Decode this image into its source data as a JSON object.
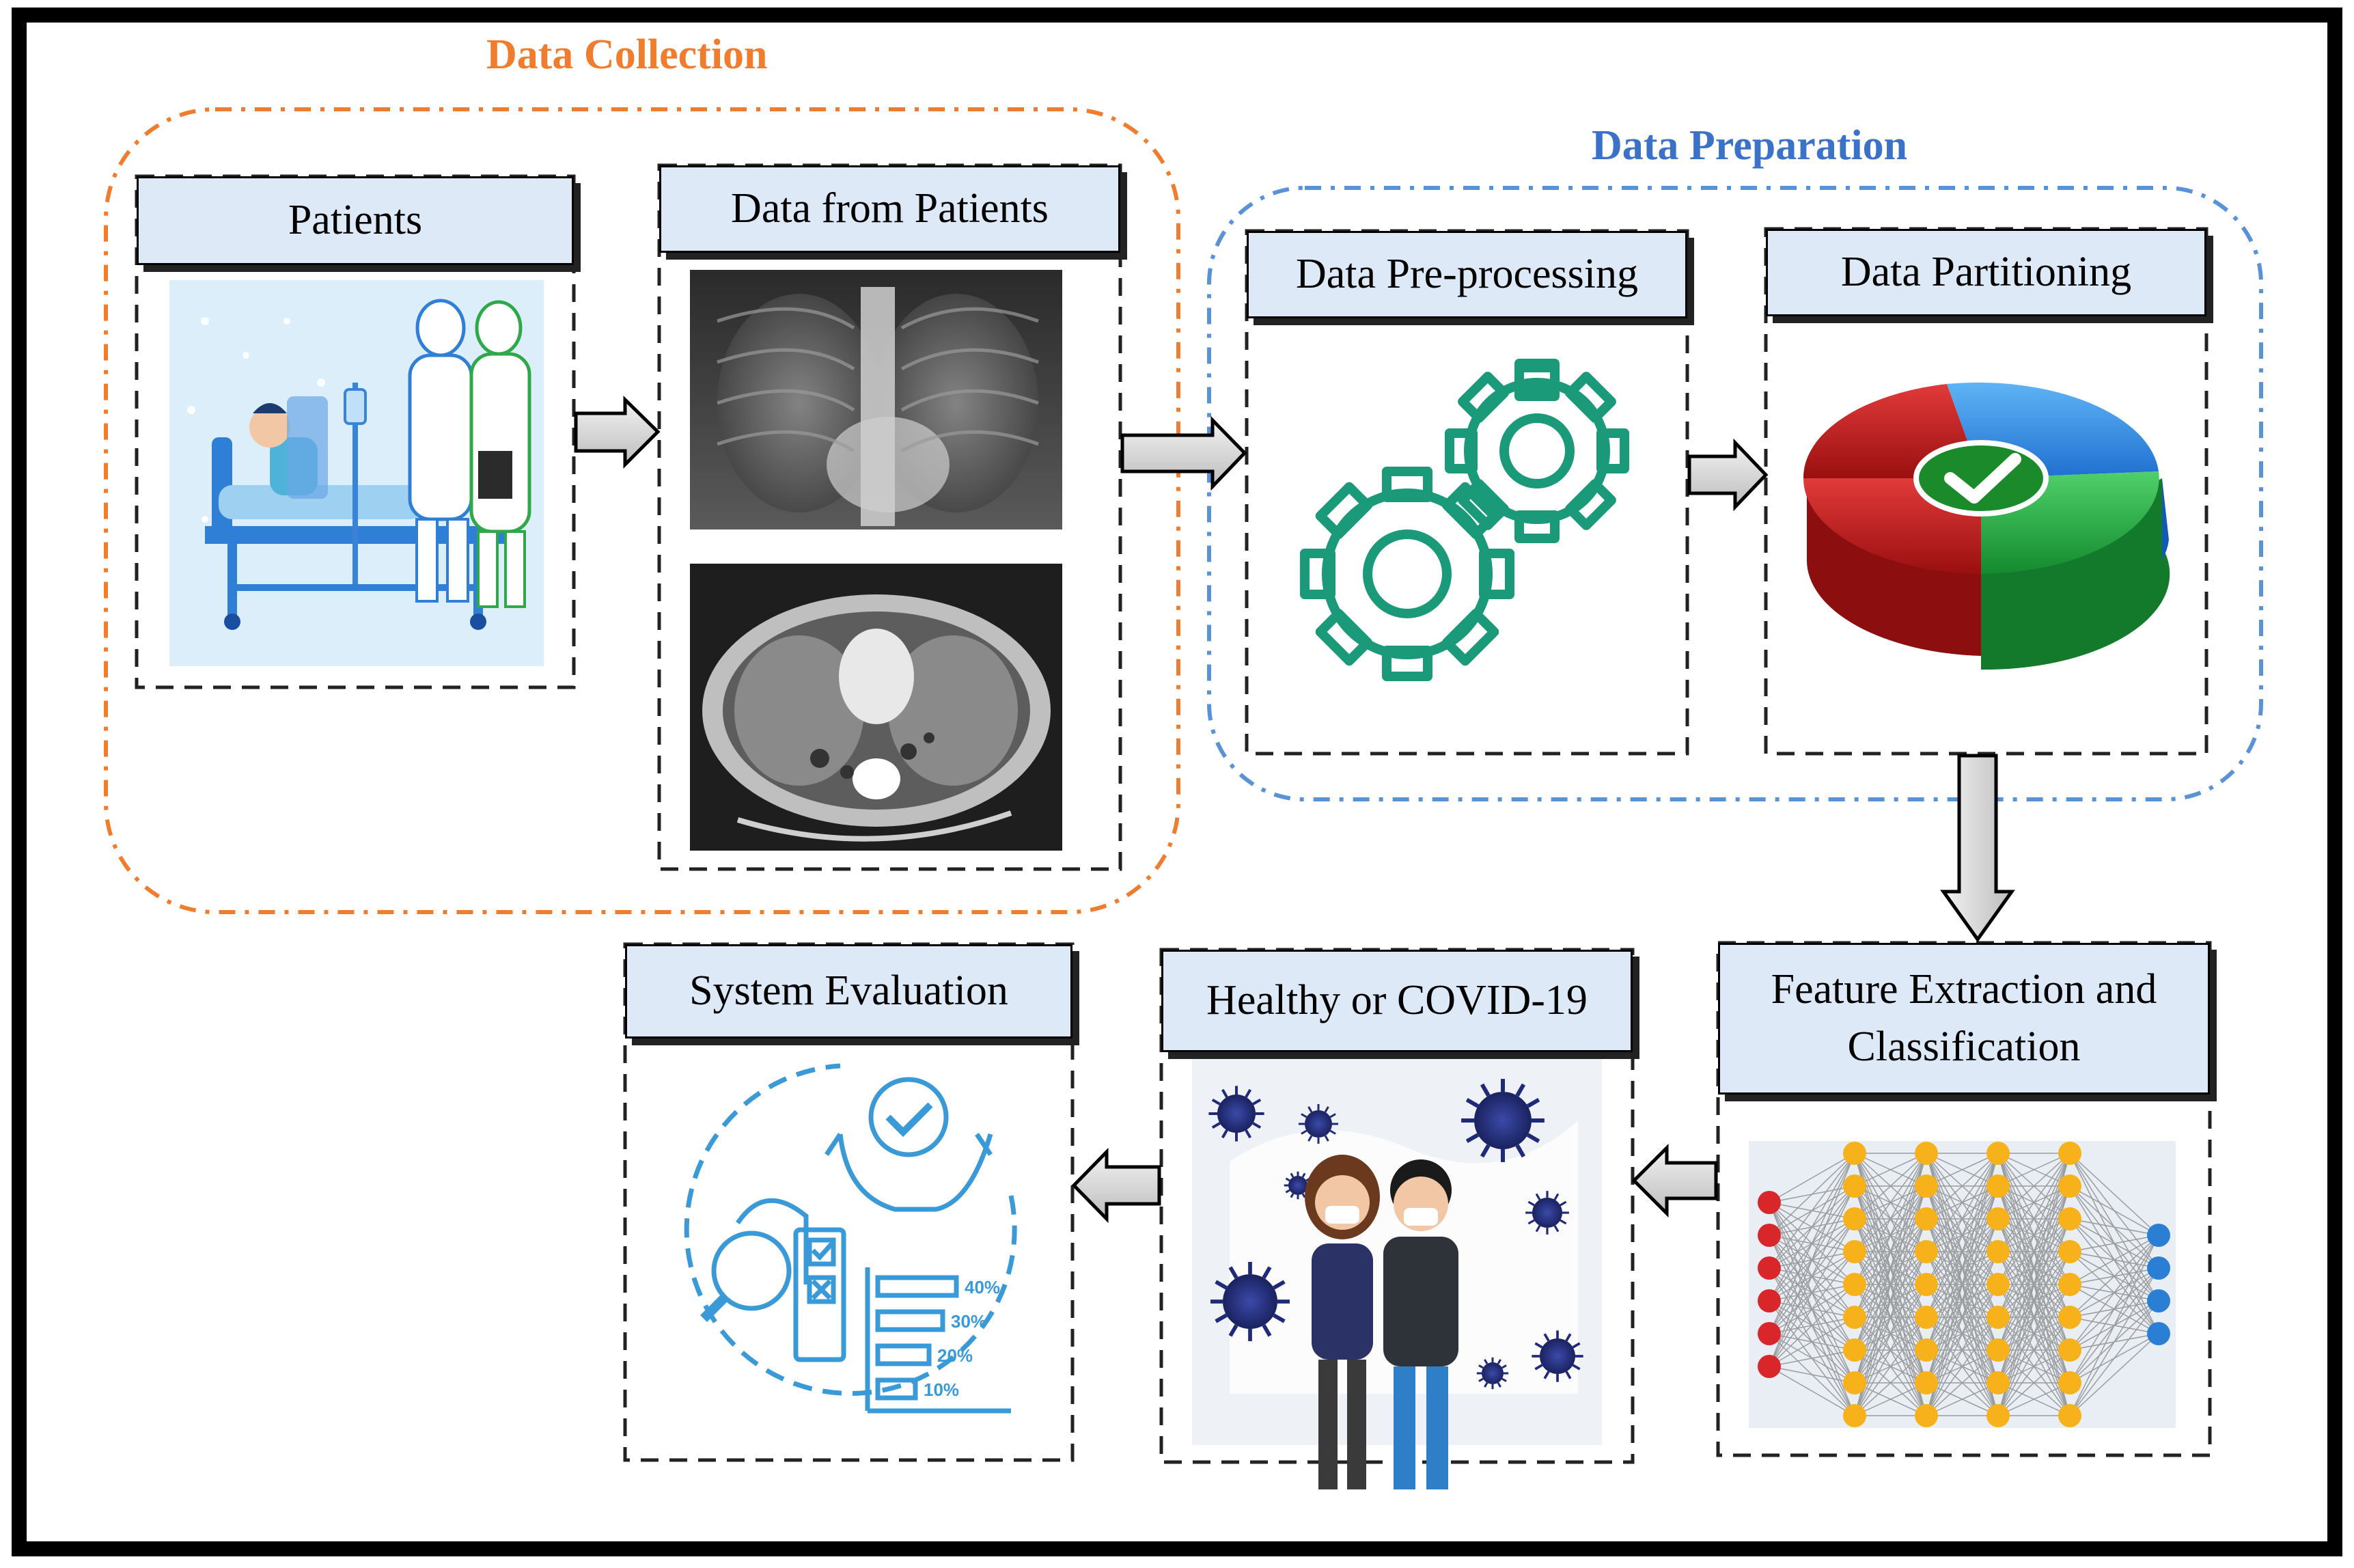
{
  "groups": {
    "data_collection": "Data Collection",
    "data_preparation": "Data Preparation"
  },
  "boxes": {
    "patients": "Patients",
    "data_from_patients": "Data from Patients",
    "data_preprocessing": "Data Pre-processing",
    "data_partitioning": "Data Partitioning",
    "feature_extraction_line1": "Feature Extraction and",
    "feature_extraction_line2": "Classification",
    "healthy_or_covid": "Healthy or COVID-19",
    "system_evaluation": "System Evaluation"
  },
  "evaluation_bars": [
    "40%",
    "30%",
    "20%",
    "10%"
  ],
  "colors": {
    "data_collection": "#f07d2e",
    "data_preparation": "#3b72c8",
    "title_fill": "#dde9f6",
    "gear": "#1a9a78"
  }
}
